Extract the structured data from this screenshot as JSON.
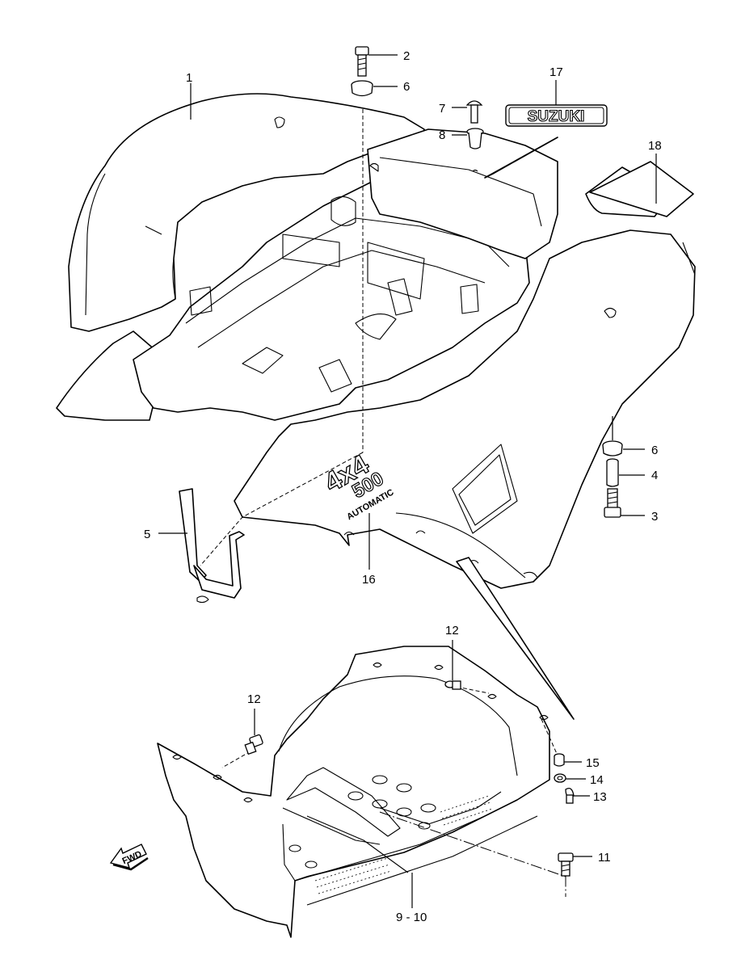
{
  "diagram": {
    "callouts": {
      "c1": "1",
      "c2": "2",
      "c3": "3",
      "c4": "4",
      "c5": "5",
      "c6a": "6",
      "c6b": "6",
      "c7": "7",
      "c8": "8",
      "c9_10": "9 - 10",
      "c11": "11",
      "c12a": "12",
      "c12b": "12",
      "c13": "13",
      "c14": "14",
      "c15": "15",
      "c16": "16",
      "c17": "17",
      "c18": "18"
    },
    "emblem_text": "SUZUKI",
    "decal_4x4": "4x4",
    "decal_500": "500",
    "decal_automatic": "AUTOMATIC",
    "fwd_label": "FWD"
  }
}
